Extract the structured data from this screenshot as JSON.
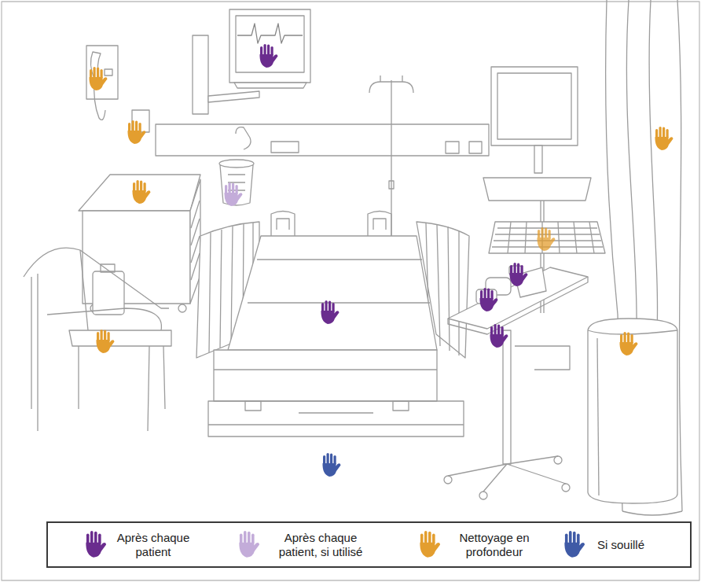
{
  "diagram": {
    "legend": [
      {
        "text": "Après chaque patient",
        "color": "#6a2c8e"
      },
      {
        "text": "Après chaque patient, si utilisé",
        "color": "#c3acd9"
      },
      {
        "text": "Nettoyage en profondeur",
        "color": "#e39e2f"
      },
      {
        "text": "Si souillé",
        "color": "#3f5aa6"
      }
    ]
  }
}
